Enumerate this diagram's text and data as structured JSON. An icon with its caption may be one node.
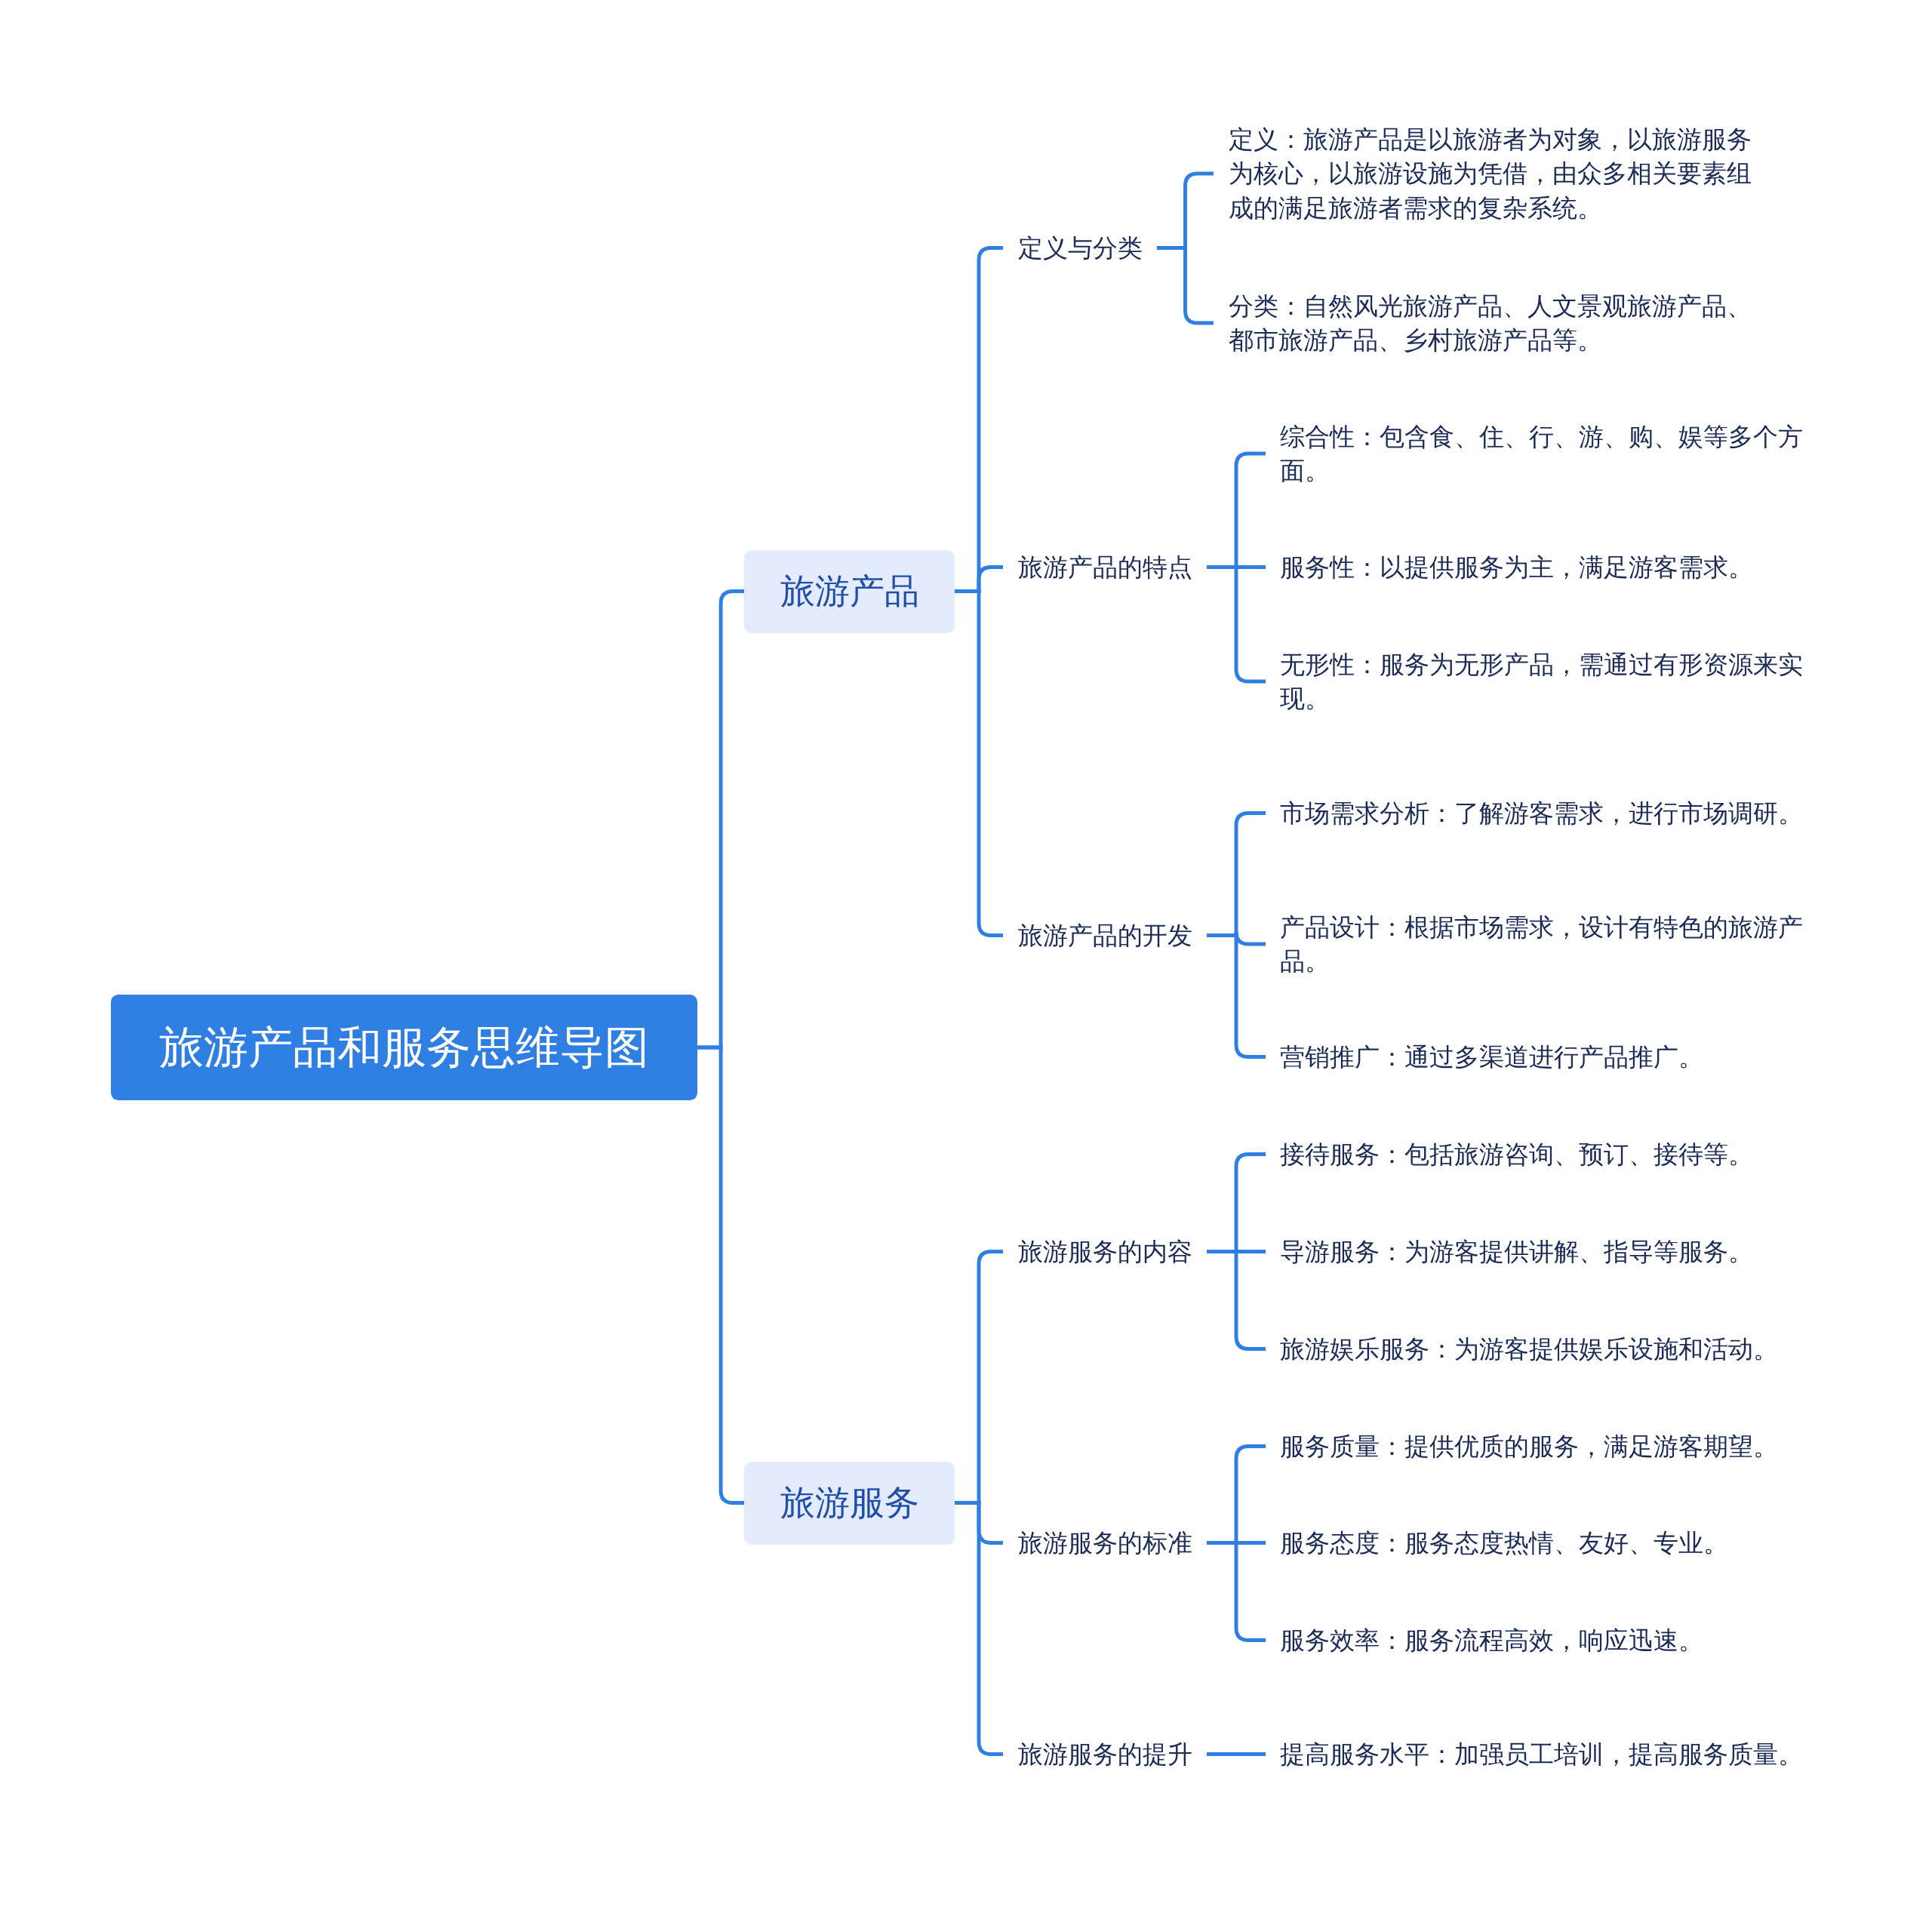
{
  "diagram": {
    "nodes": [
      {
        "text": [
          "旅游产品和服务思维导图"
        ]
      },
      {
        "text": [
          "旅游产品"
        ]
      },
      {
        "text": [
          "定义与分类"
        ]
      },
      {
        "text": [
          "定义：旅游产品是以旅游者为对象，以旅游服务为核心，以旅游设施为凭借，由众多相关要素组成的满足旅游者需求的复杂系统。"
        ]
      },
      {
        "text": [
          "分类：自然风光旅游产品、人文景观旅游产品、都市旅游产品、乡村旅游产品等。"
        ]
      },
      {
        "text": [
          "旅游产品的特点"
        ]
      },
      {
        "text": [
          "综合性：包含食、住、行、游、购、娱等多个方面。"
        ]
      },
      {
        "text": [
          "服务性：以提供服务为主，满足游客需求。"
        ]
      },
      {
        "text": [
          "无形性：服务为无形产品，需通过有形资源来实现。"
        ]
      },
      {
        "text": [
          "旅游产品的开发"
        ]
      },
      {
        "text": [
          "市场需求分析：了解游客需求，进行市场调研。"
        ]
      },
      {
        "text": [
          "产品设计：根据市场需求，设计有特色的旅游产品。"
        ]
      },
      {
        "text": [
          "营销推广：通过多渠道进行产品推广。"
        ]
      },
      {
        "text": [
          "旅游服务"
        ]
      },
      {
        "text": [
          "旅游服务的内容"
        ]
      },
      {
        "text": [
          "接待服务：包括旅游咨询、预订、接待等。"
        ]
      },
      {
        "text": [
          "导游服务：为游客提供讲解、指导等服务。"
        ]
      },
      {
        "text": [
          "旅游娱乐服务：为游客提供娱乐设施和活动。"
        ]
      },
      {
        "text": [
          "旅游服务的标准"
        ]
      },
      {
        "text": [
          "服务质量：提供优质的服务，满足游客期望。"
        ]
      },
      {
        "text": [
          "服务态度：服务态度热情、友好、专业。"
        ]
      },
      {
        "text": [
          "服务效率：服务流程高效，响应迅速。"
        ]
      },
      {
        "text": [
          "旅游服务的提升"
        ]
      },
      {
        "text": [
          "提高服务水平：加强员工培训，提高服务质量。"
        ]
      }
    ],
    "edges": [
      {
        "from": 0,
        "to": 1,
        "arrow": "none"
      },
      {
        "from": 0,
        "to": 13,
        "arrow": "none"
      },
      {
        "from": 1,
        "to": 2,
        "arrow": "none"
      },
      {
        "from": 1,
        "to": 5,
        "arrow": "none"
      },
      {
        "from": 1,
        "to": 9,
        "arrow": "none"
      },
      {
        "from": 2,
        "to": 3,
        "arrow": "none"
      },
      {
        "from": 2,
        "to": 4,
        "arrow": "none"
      },
      {
        "from": 5,
        "to": 6,
        "arrow": "none"
      },
      {
        "from": 5,
        "to": 7,
        "arrow": "none"
      },
      {
        "from": 5,
        "to": 8,
        "arrow": "none"
      },
      {
        "from": 9,
        "to": 10,
        "arrow": "none"
      },
      {
        "from": 9,
        "to": 11,
        "arrow": "none"
      },
      {
        "from": 9,
        "to": 12,
        "arrow": "none"
      },
      {
        "from": 13,
        "to": 14,
        "arrow": "none"
      },
      {
        "from": 13,
        "to": 18,
        "arrow": "none"
      },
      {
        "from": 13,
        "to": 22,
        "arrow": "none"
      },
      {
        "from": 14,
        "to": 15,
        "arrow": "none"
      },
      {
        "from": 14,
        "to": 16,
        "arrow": "none"
      },
      {
        "from": 14,
        "to": 17,
        "arrow": "none"
      },
      {
        "from": 18,
        "to": 19,
        "arrow": "none"
      },
      {
        "from": 18,
        "to": 20,
        "arrow": "none"
      },
      {
        "from": 18,
        "to": 21,
        "arrow": "none"
      },
      {
        "from": 22,
        "to": 23,
        "arrow": "none"
      }
    ]
  }
}
